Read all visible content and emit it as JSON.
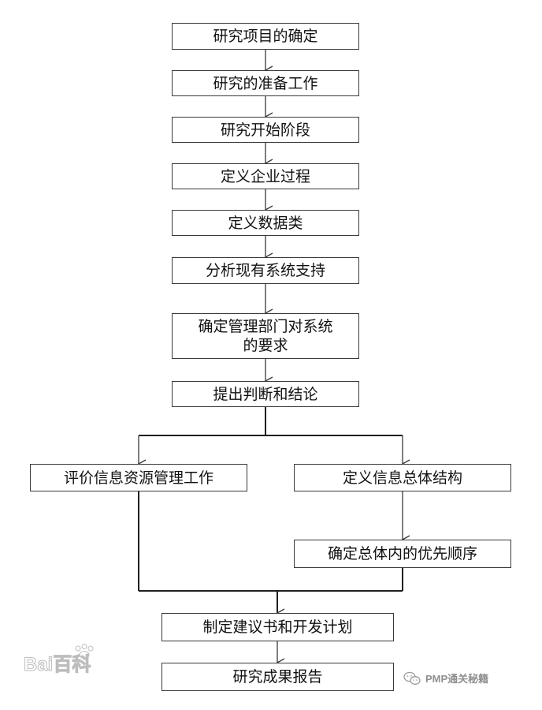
{
  "flowchart": {
    "nodes": {
      "n1": "研究项目的确定",
      "n2": "研究的准备工作",
      "n3": "研究开始阶段",
      "n4": "定义企业过程",
      "n5": "定义数据类",
      "n6": "分析现有系统支持",
      "n7_line1": "确定管理部门对系统",
      "n7_line2": "的要求",
      "n8": "提出判断和结论",
      "n9": "评价信息资源管理工作",
      "n10": "定义信息总体结构",
      "n11": "确定总体内的优先顺序",
      "n12": "制定建议书和开发计划",
      "n13": "研究成果报告"
    },
    "edges": [
      [
        "n1",
        "n2"
      ],
      [
        "n2",
        "n3"
      ],
      [
        "n3",
        "n4"
      ],
      [
        "n4",
        "n5"
      ],
      [
        "n5",
        "n6"
      ],
      [
        "n6",
        "n7"
      ],
      [
        "n7",
        "n8"
      ],
      [
        "n8",
        "n9"
      ],
      [
        "n8",
        "n10"
      ],
      [
        "n10",
        "n11"
      ],
      [
        "n9",
        "n12"
      ],
      [
        "n11",
        "n12"
      ],
      [
        "n12",
        "n13"
      ]
    ]
  },
  "watermarks": {
    "baidu_text": "Bai百科",
    "pmp_text": "PMP通关秘籍"
  },
  "colors": {
    "line": "#3a3a3a",
    "watermark": "#b8b8b8"
  }
}
